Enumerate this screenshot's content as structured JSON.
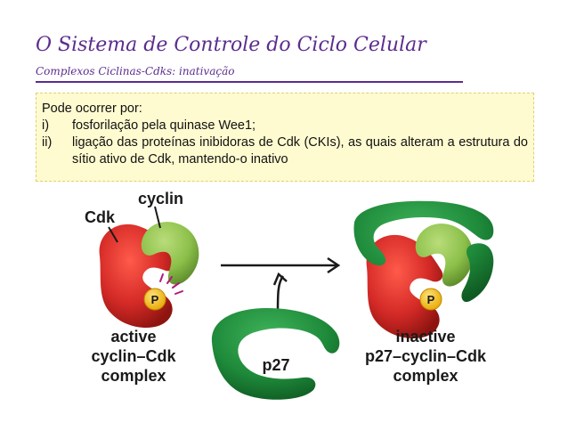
{
  "slide": {
    "title": "O Sistema de Controle do Ciclo Celular",
    "subtitle": "Complexos Ciclinas-Cdks: inativação"
  },
  "text_box": {
    "intro": "Pode ocorrer por:",
    "items": [
      {
        "num": "i)",
        "text": "fosforilação pela quinase Wee1;"
      },
      {
        "num": "ii)",
        "text": "ligação das proteínas inibidoras de Cdk (CKIs), as quais alteram a estrutura do sítio ativo de Cdk, mantendo-o inativo"
      }
    ]
  },
  "diagram": {
    "labels": {
      "cdk": "Cdk",
      "cyclin": "cyclin",
      "phosphate": "P",
      "phosphate_right": "P",
      "active_line1": "active",
      "active_line2": "cyclin–Cdk",
      "active_line3": "complex",
      "p27": "p27",
      "inactive_line1": "inactive",
      "inactive_line2": "p27–cyclin–Cdk",
      "inactive_line3": "complex"
    },
    "colors": {
      "cdk_red": "#d42a27",
      "cyclin_green": "#8cc04a",
      "p27_green": "#1e8a3a",
      "phosphate_yellow": "#f6c21c",
      "accent_purple": "#5b2d8e"
    }
  }
}
